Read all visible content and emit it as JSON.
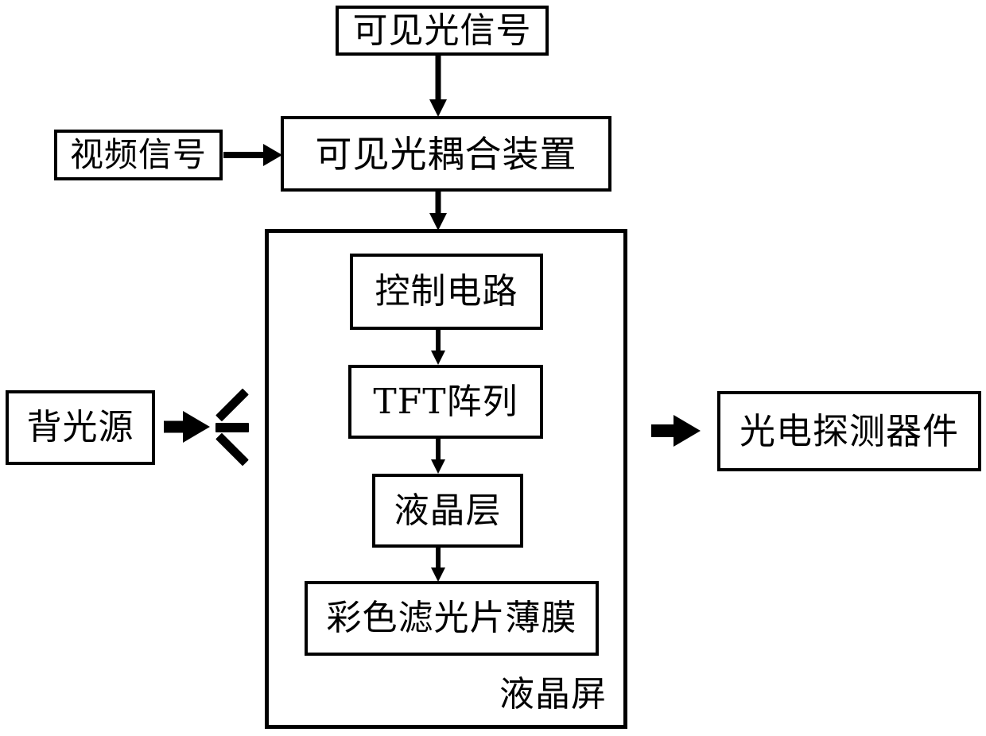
{
  "diagram": {
    "title_label": "液晶屏",
    "stroke_color": "#000000",
    "background_color": "#ffffff",
    "nodes": {
      "visible_light_signal": "可见光信号",
      "video_signal": "视频信号",
      "visible_light_coupler": "可见光耦合装置",
      "control_circuit": "控制电路",
      "tft_array": "TFT阵列",
      "liquid_crystal_layer": "液晶层",
      "color_filter_film": "彩色滤光片薄膜",
      "backlight_source": "背光源",
      "photodetector_device": "光电探测器件"
    },
    "flows": [
      {
        "from": "可见光信号",
        "to": "可见光耦合装置",
        "direction": "down"
      },
      {
        "from": "视频信号",
        "to": "可见光耦合装置",
        "direction": "right"
      },
      {
        "from": "可见光耦合装置",
        "to": "液晶屏",
        "direction": "down"
      },
      {
        "from": "控制电路",
        "to": "TFT阵列",
        "direction": "down"
      },
      {
        "from": "TFT阵列",
        "to": "液晶层",
        "direction": "down"
      },
      {
        "from": "液晶层",
        "to": "彩色滤光片薄膜",
        "direction": "down"
      },
      {
        "from": "背光源",
        "to": "液晶屏",
        "direction": "right"
      },
      {
        "from": "液晶屏",
        "to": "光电探测器件",
        "direction": "right"
      }
    ]
  }
}
